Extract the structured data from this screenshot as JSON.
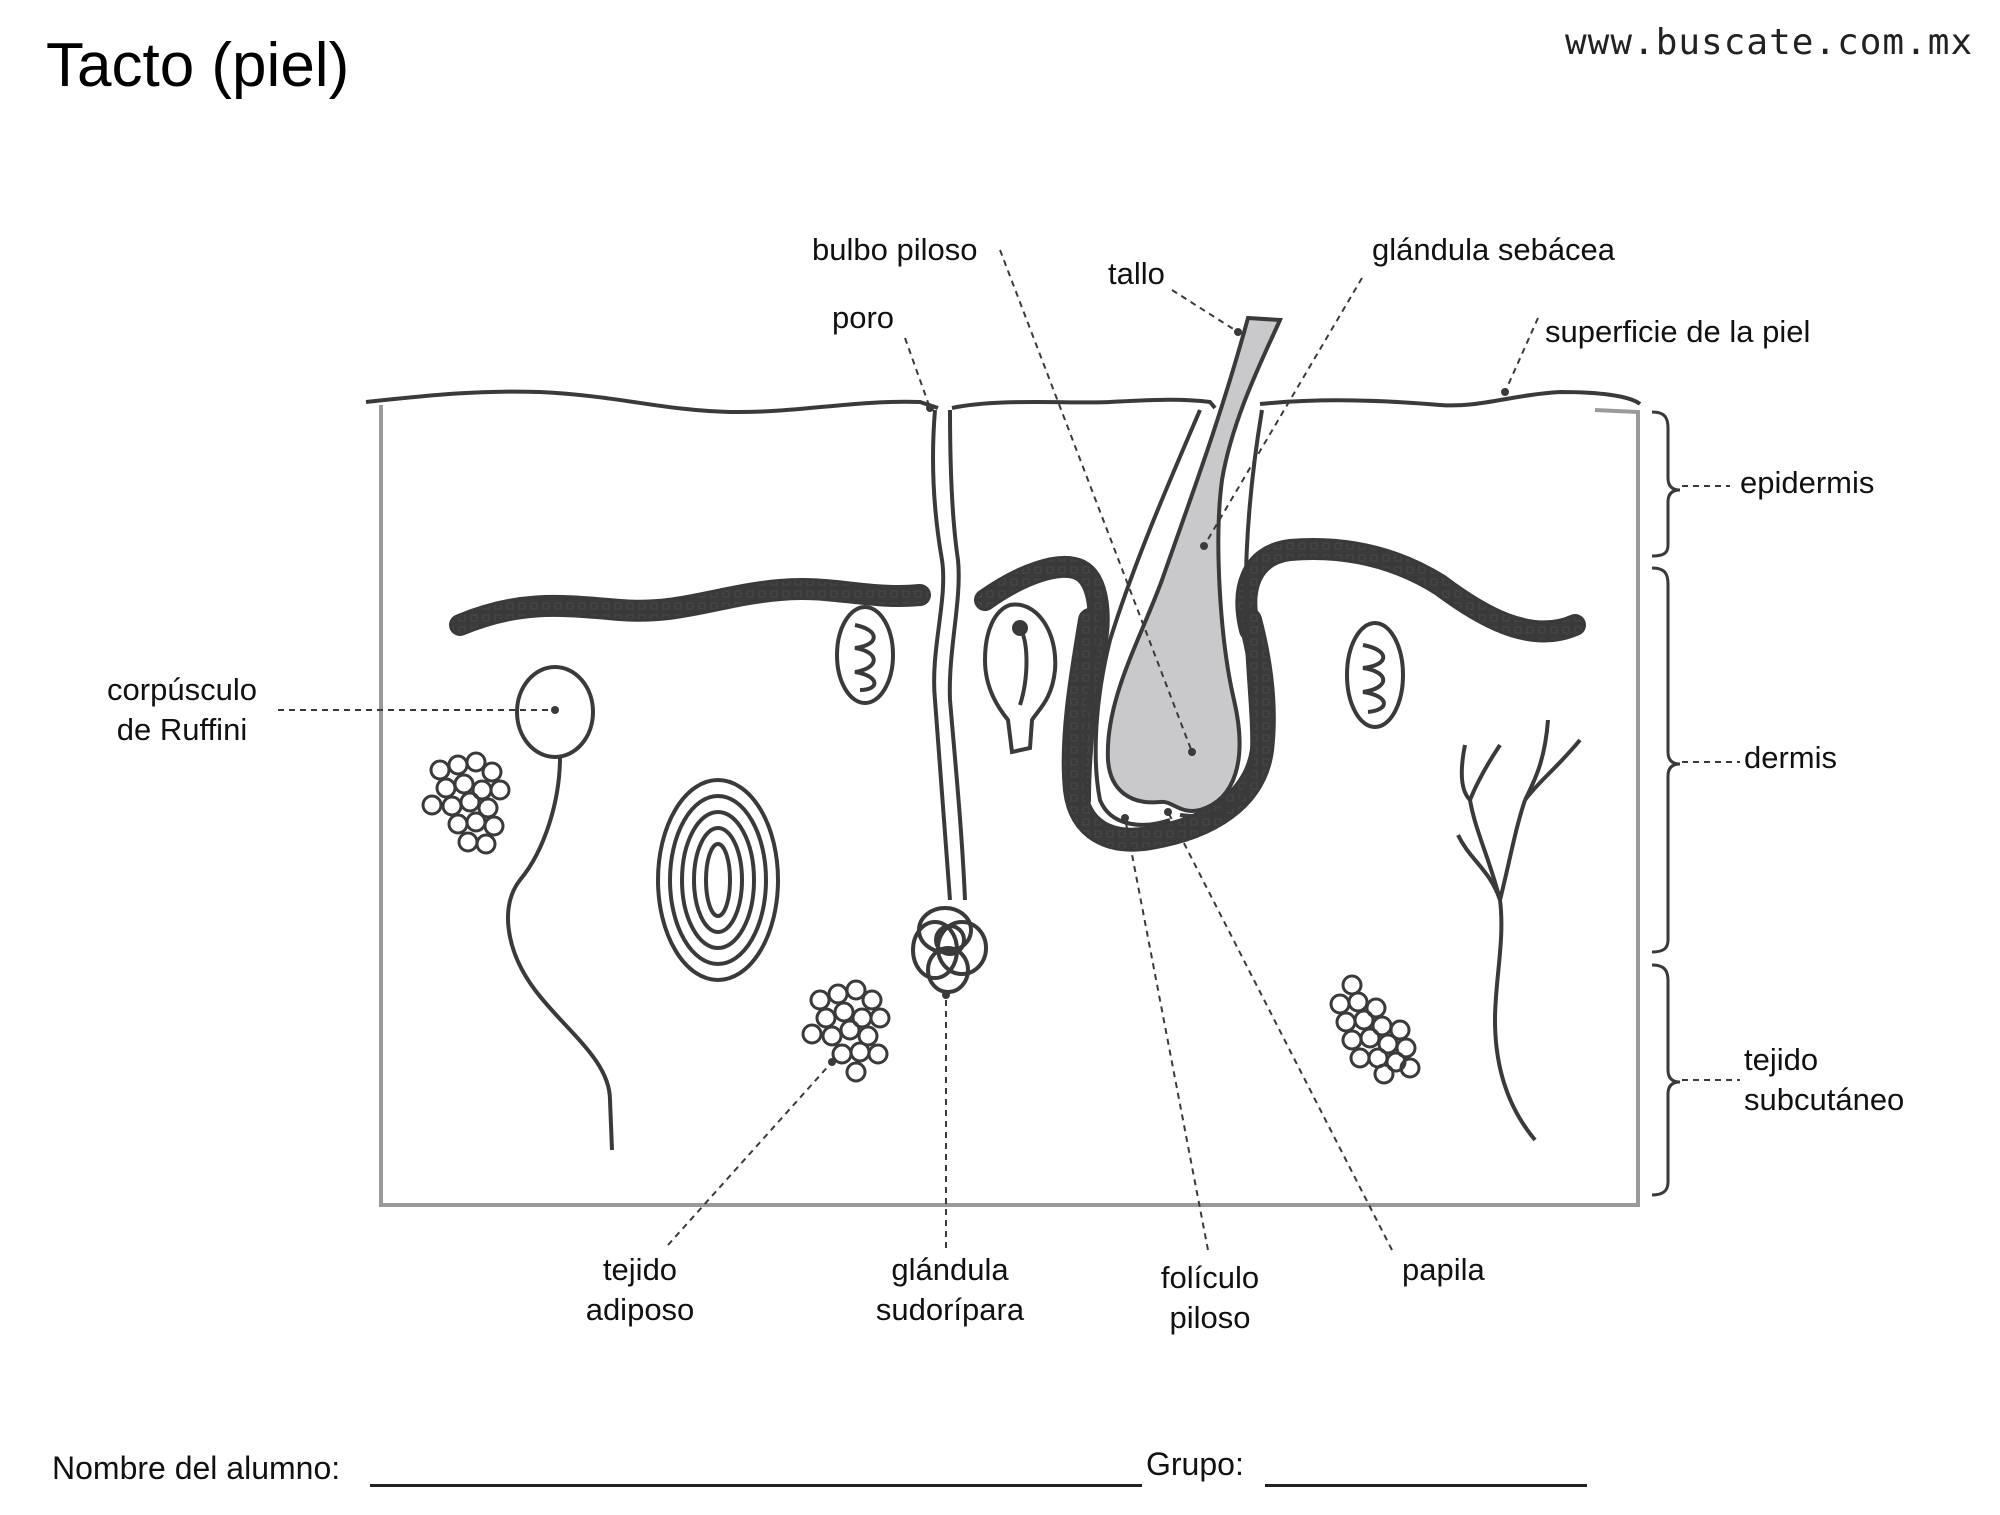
{
  "header": {
    "title": "Tacto (piel)",
    "website": "www.buscate.com.mx"
  },
  "labels": {
    "bulbo_piloso": "bulbo piloso",
    "tallo": "tallo",
    "glandula_sebacea": "glándula sebácea",
    "poro": "poro",
    "superficie": "superficie de la piel",
    "epidermis": "epidermis",
    "dermis": "dermis",
    "tejido_subcutaneo_1": "tejido",
    "tejido_subcutaneo_2": "subcutáneo",
    "ruffini_1": "corpúsculo",
    "ruffini_2": "de Ruffini",
    "adiposo_1": "tejido",
    "adiposo_2": "adiposo",
    "sudoripara_1": "glándula",
    "sudoripara_2": "sudorípara",
    "foliculo_1": "folículo",
    "foliculo_2": "piloso",
    "papila": "papila"
  },
  "footer": {
    "nombre_label": "Nombre del alumno:",
    "grupo_label": "Grupo:"
  },
  "colors": {
    "line": "#3a3a3a",
    "hair_fill": "#c9c9cc",
    "box": "#9a9a9a"
  }
}
